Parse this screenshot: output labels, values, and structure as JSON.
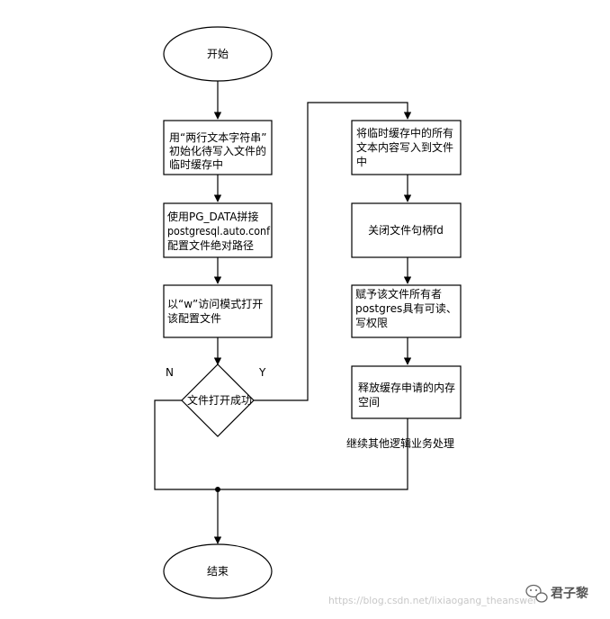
{
  "nodes": {
    "start": {
      "text": "开始"
    },
    "step1": {
      "lines": [
        "用“两行文本字符串”",
        "初始化待写入文件的",
        "临时缓存中"
      ]
    },
    "step2": {
      "lines": [
        "使用PG_DATA拼接",
        "postgresql.auto.conf",
        "配置文件绝对路径"
      ]
    },
    "step3": {
      "lines": [
        "以“w”访问模式打开",
        "该配置文件"
      ]
    },
    "decision": {
      "text": "文件打开成功"
    },
    "step4": {
      "lines": [
        "将临时缓存中的所有",
        "文本内容写入到文件",
        "中"
      ]
    },
    "step5": {
      "text": "关闭文件句柄fd"
    },
    "step6": {
      "lines": [
        "赋予该文件所有者",
        "postgres具有可读、",
        "写权限"
      ]
    },
    "step7": {
      "lines": [
        "释放缓存申请的内存",
        "空间"
      ]
    },
    "end": {
      "text": "结束"
    }
  },
  "edge_labels": {
    "no": "N",
    "yes": "Y",
    "continue": "继续其他逻辑业务处理"
  },
  "watermark": {
    "url": "https://blog.csdn.net/lixiaogang_theanswer",
    "brand": "君子黎"
  },
  "colors": {
    "stroke": "#000000",
    "fill": "#ffffff",
    "watermark": "#c8c8c8"
  }
}
